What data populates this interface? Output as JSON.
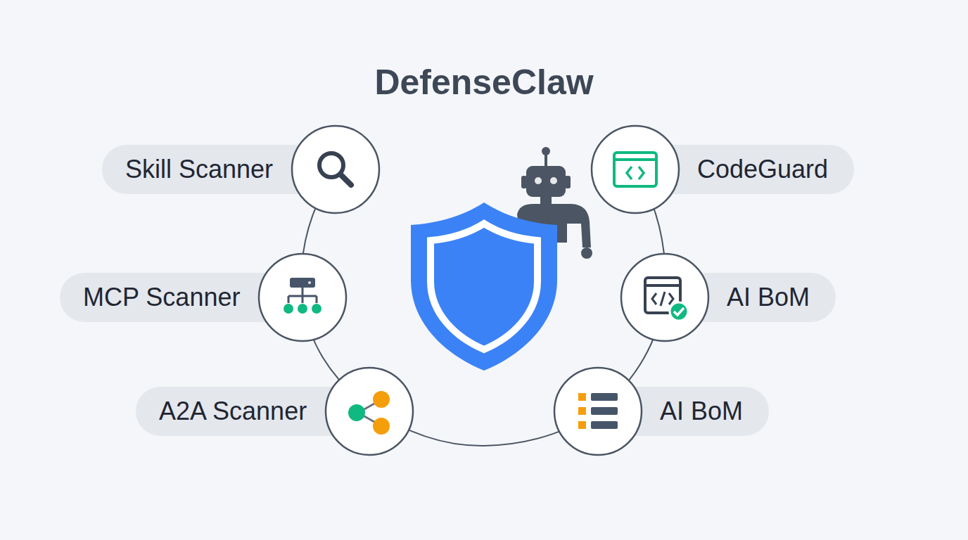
{
  "diagram": {
    "title": "DefenseClaw",
    "nodes": [
      {
        "text": [
          "Skill Scanner"
        ]
      },
      {
        "text": [
          "CodeGuard"
        ]
      },
      {
        "text": [
          "MCP Scanner"
        ]
      },
      {
        "text": [
          "AI BoM"
        ]
      },
      {
        "text": [
          "A2A Scanner"
        ]
      },
      {
        "text": [
          "AI BoM"
        ]
      }
    ]
  }
}
